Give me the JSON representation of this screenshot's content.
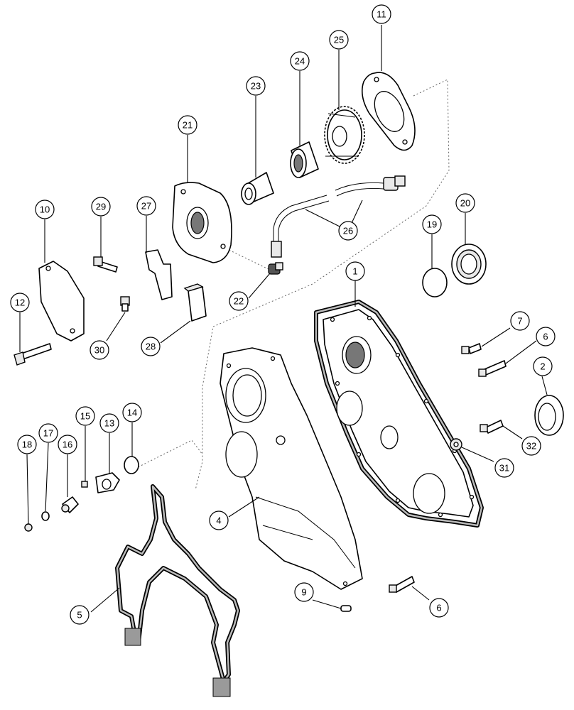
{
  "diagram": {
    "callouts": [
      {
        "id": "c1",
        "label": "1"
      },
      {
        "id": "c2",
        "label": "2"
      },
      {
        "id": "c4",
        "label": "4"
      },
      {
        "id": "c5",
        "label": "5"
      },
      {
        "id": "c6a",
        "label": "6"
      },
      {
        "id": "c6b",
        "label": "6"
      },
      {
        "id": "c7",
        "label": "7"
      },
      {
        "id": "c9",
        "label": "9"
      },
      {
        "id": "c10",
        "label": "10"
      },
      {
        "id": "c11",
        "label": "11"
      },
      {
        "id": "c12",
        "label": "12"
      },
      {
        "id": "c13",
        "label": "13"
      },
      {
        "id": "c14",
        "label": "14"
      },
      {
        "id": "c15",
        "label": "15"
      },
      {
        "id": "c16",
        "label": "16"
      },
      {
        "id": "c17",
        "label": "17"
      },
      {
        "id": "c18",
        "label": "18"
      },
      {
        "id": "c19",
        "label": "19"
      },
      {
        "id": "c20",
        "label": "20"
      },
      {
        "id": "c21",
        "label": "21"
      },
      {
        "id": "c22",
        "label": "22"
      },
      {
        "id": "c23",
        "label": "23"
      },
      {
        "id": "c24",
        "label": "24"
      },
      {
        "id": "c25",
        "label": "25"
      },
      {
        "id": "c26",
        "label": "26"
      },
      {
        "id": "c27",
        "label": "27"
      },
      {
        "id": "c28",
        "label": "28"
      },
      {
        "id": "c29",
        "label": "29"
      },
      {
        "id": "c30",
        "label": "30"
      },
      {
        "id": "c31",
        "label": "31"
      },
      {
        "id": "c32",
        "label": "32"
      }
    ]
  }
}
